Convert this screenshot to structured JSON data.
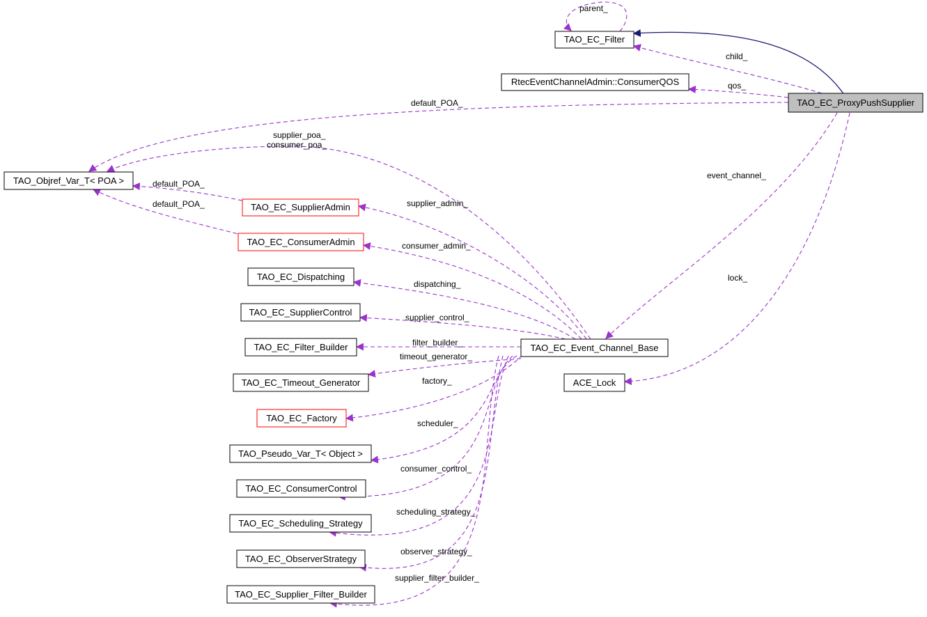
{
  "colors": {
    "usage_edge": "#9a32cd",
    "inheritance_edge": "#191970",
    "node_border": "#000000",
    "incomplete_node_border": "#ff0000",
    "focus_node_fill": "#bfbfbf",
    "node_fill": "#ffffff"
  },
  "nodes": {
    "tao_ec_filter": "TAO_EC_Filter",
    "consumer_qos": "RtecEventChannelAdmin::ConsumerQOS",
    "proxy_push_supplier": "TAO_EC_ProxyPushSupplier",
    "objref_var_poa": "TAO_Objref_Var_T< POA >",
    "supplier_admin": "TAO_EC_SupplierAdmin",
    "consumer_admin": "TAO_EC_ConsumerAdmin",
    "dispatching": "TAO_EC_Dispatching",
    "supplier_control": "TAO_EC_SupplierControl",
    "filter_builder": "TAO_EC_Filter_Builder",
    "event_channel_base": "TAO_EC_Event_Channel_Base",
    "timeout_generator": "TAO_EC_Timeout_Generator",
    "ace_lock": "ACE_Lock",
    "factory": "TAO_EC_Factory",
    "pseudo_var_object": "TAO_Pseudo_Var_T< Object >",
    "consumer_control": "TAO_EC_ConsumerControl",
    "scheduling_strategy": "TAO_EC_Scheduling_Strategy",
    "observer_strategy": "TAO_EC_ObserverStrategy",
    "supplier_filter_builder": "TAO_EC_Supplier_Filter_Builder"
  },
  "edge_labels": {
    "parent": "parent_",
    "child": "child_",
    "qos": "qos_",
    "default_poa_proxy": "default_POA_",
    "supplier_poa": "supplier_poa_",
    "consumer_poa": "consumer_poa_",
    "event_channel": "event_channel_",
    "default_poa_supplier_admin": "default_POA_",
    "default_poa_consumer_admin": "default_POA_",
    "supplier_admin": "supplier_admin_",
    "consumer_admin": "consumer_admin_",
    "lock": "lock_",
    "dispatching": "dispatching_",
    "supplier_control": "supplier_control_",
    "filter_builder": "filter_builder_",
    "timeout_generator": "timeout_generator_",
    "factory": "factory_",
    "scheduler": "scheduler_",
    "consumer_control": "consumer_control_",
    "scheduling_strategy": "scheduling_strategy_",
    "observer_strategy": "observer_strategy_",
    "supplier_filter_builder": "supplier_filter_builder_"
  }
}
